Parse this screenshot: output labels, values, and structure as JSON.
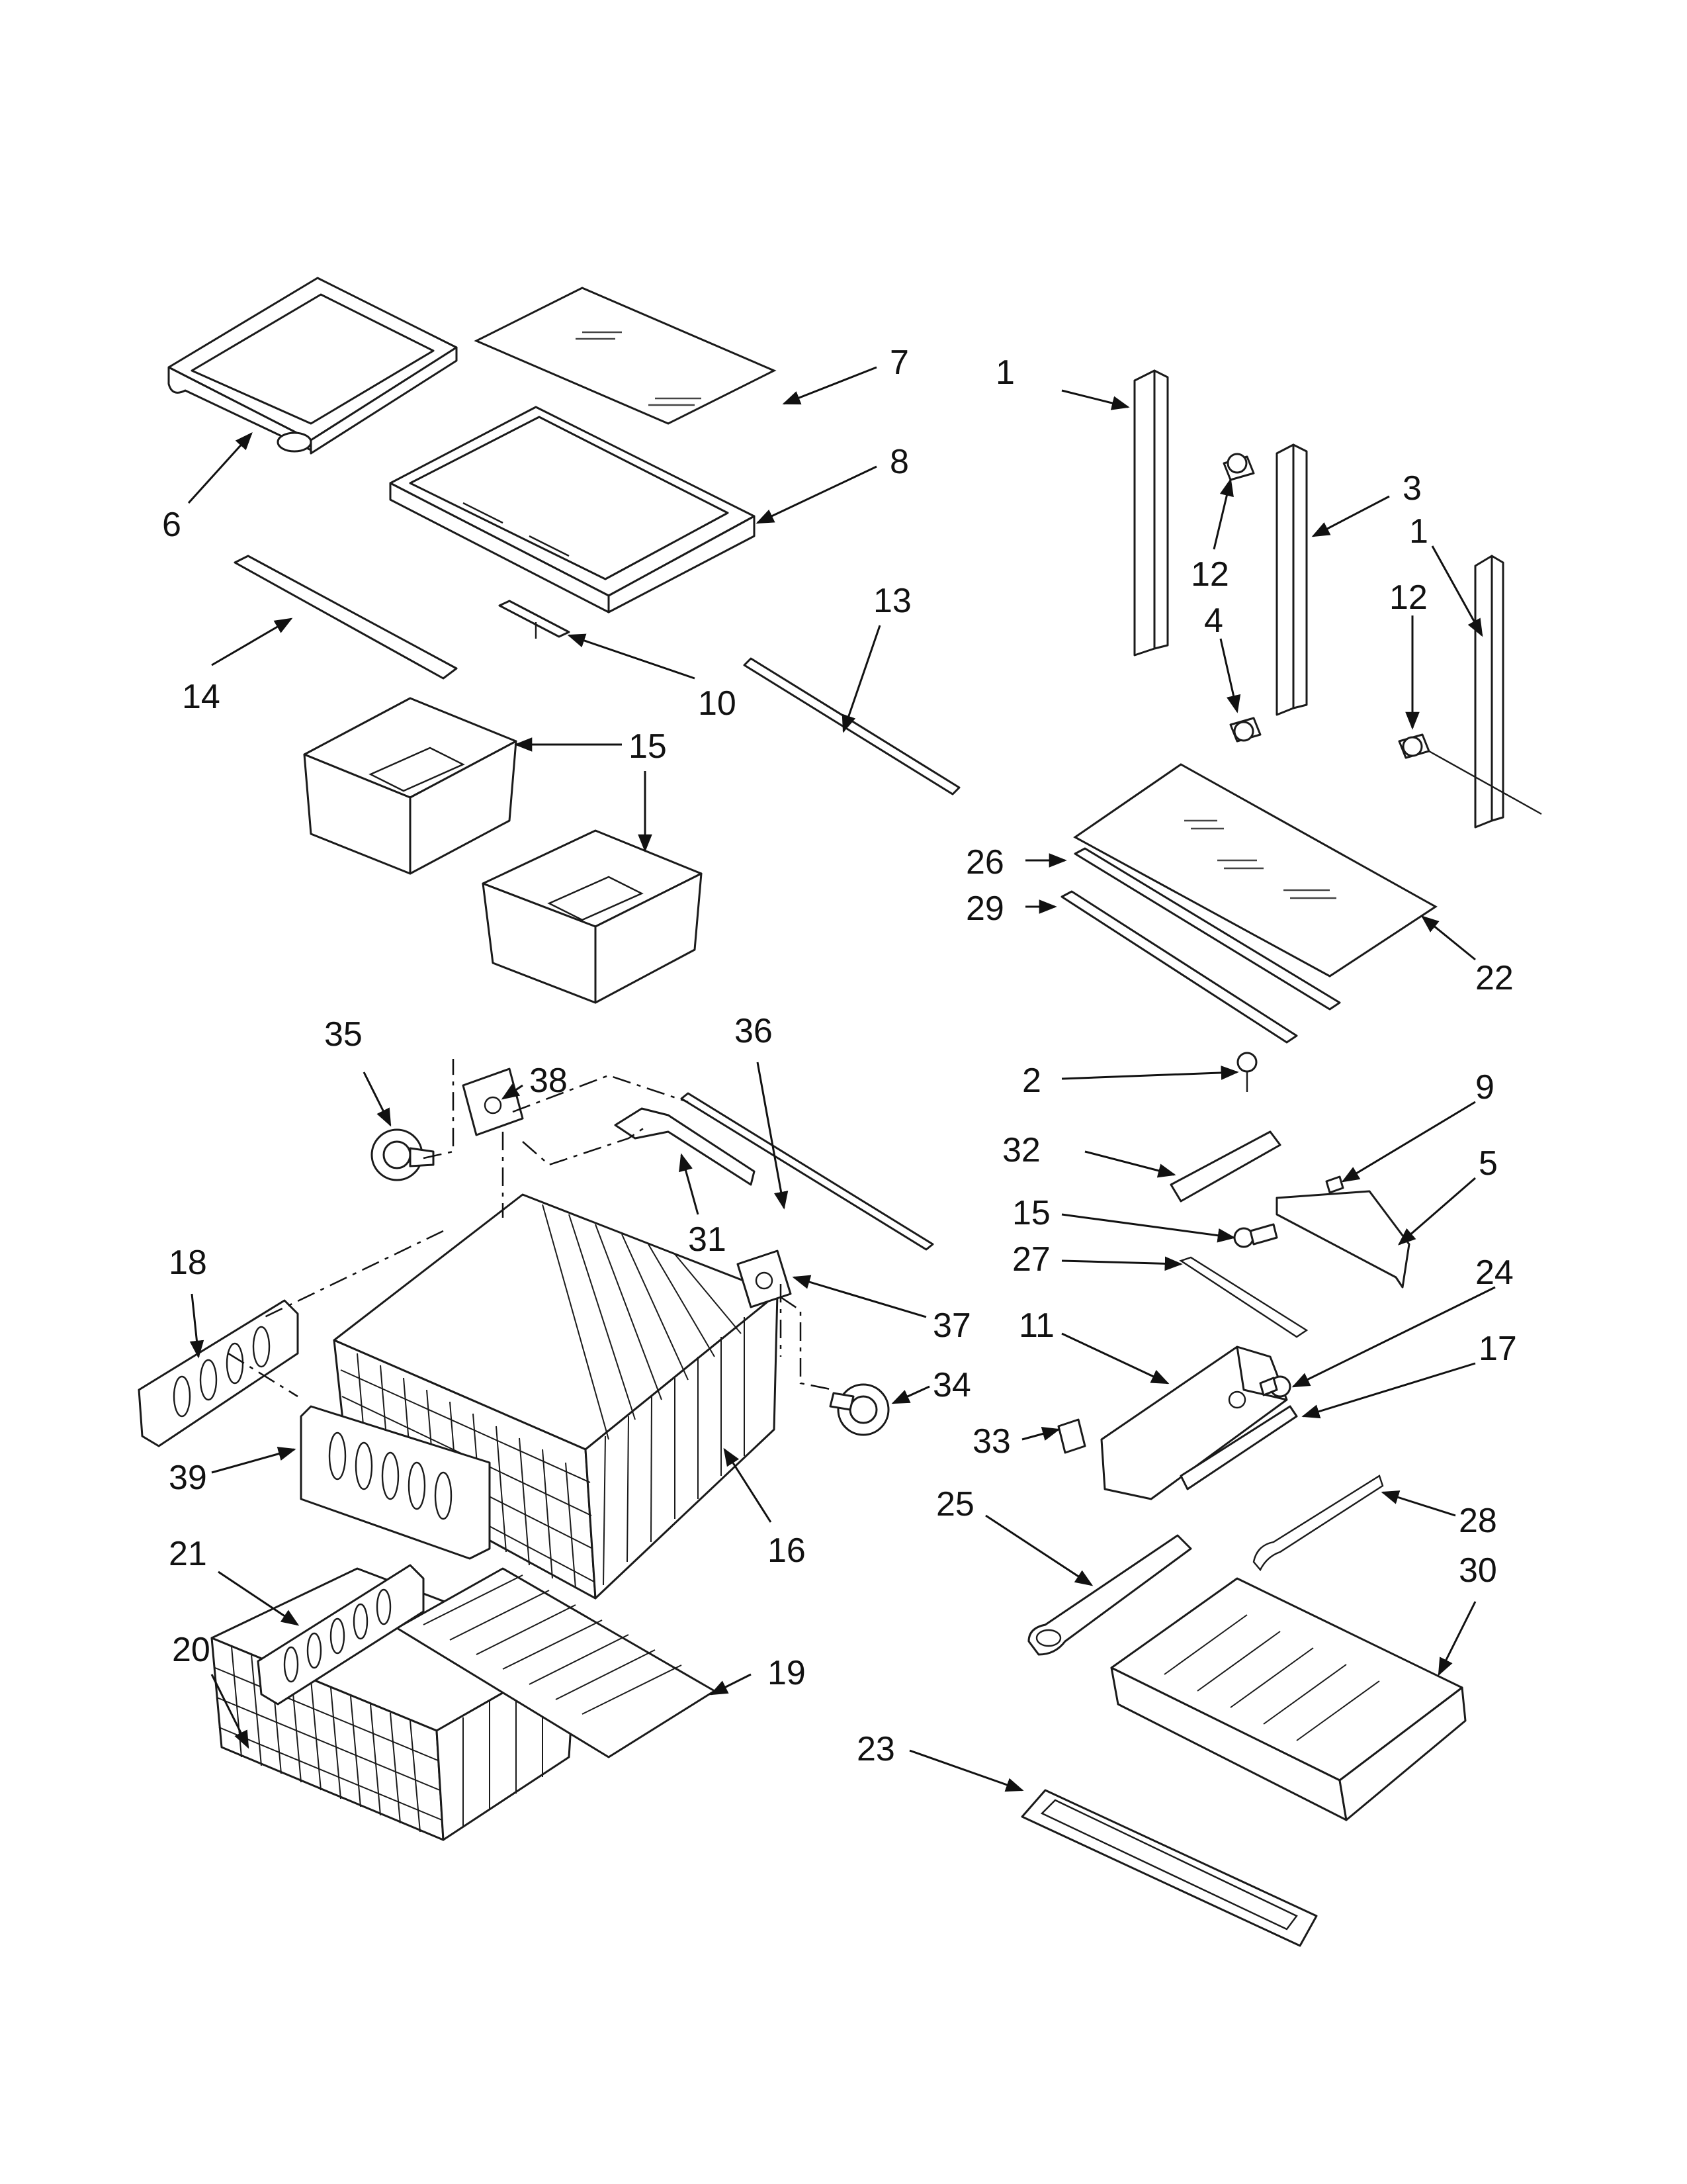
{
  "diagram": {
    "type": "exploded-parts-view",
    "callouts": [
      {
        "id": "c1a",
        "label": "1"
      },
      {
        "id": "c1b",
        "label": "1"
      },
      {
        "id": "c2",
        "label": "2"
      },
      {
        "id": "c3",
        "label": "3"
      },
      {
        "id": "c4",
        "label": "4"
      },
      {
        "id": "c5",
        "label": "5"
      },
      {
        "id": "c6",
        "label": "6"
      },
      {
        "id": "c7",
        "label": "7"
      },
      {
        "id": "c8",
        "label": "8"
      },
      {
        "id": "c9",
        "label": "9"
      },
      {
        "id": "c10",
        "label": "10"
      },
      {
        "id": "c11",
        "label": "11"
      },
      {
        "id": "c12a",
        "label": "12"
      },
      {
        "id": "c12b",
        "label": "12"
      },
      {
        "id": "c13",
        "label": "13"
      },
      {
        "id": "c14",
        "label": "14"
      },
      {
        "id": "c15a",
        "label": "15"
      },
      {
        "id": "c15b",
        "label": "15"
      },
      {
        "id": "c16",
        "label": "16"
      },
      {
        "id": "c17",
        "label": "17"
      },
      {
        "id": "c18",
        "label": "18"
      },
      {
        "id": "c19",
        "label": "19"
      },
      {
        "id": "c20",
        "label": "20"
      },
      {
        "id": "c21",
        "label": "21"
      },
      {
        "id": "c22",
        "label": "22"
      },
      {
        "id": "c23",
        "label": "23"
      },
      {
        "id": "c24",
        "label": "24"
      },
      {
        "id": "c25",
        "label": "25"
      },
      {
        "id": "c26",
        "label": "26"
      },
      {
        "id": "c27",
        "label": "27"
      },
      {
        "id": "c28",
        "label": "28"
      },
      {
        "id": "c29",
        "label": "29"
      },
      {
        "id": "c30",
        "label": "30"
      },
      {
        "id": "c31",
        "label": "31"
      },
      {
        "id": "c32",
        "label": "32"
      },
      {
        "id": "c33",
        "label": "33"
      },
      {
        "id": "c34",
        "label": "34"
      },
      {
        "id": "c35",
        "label": "35"
      },
      {
        "id": "c36",
        "label": "36"
      },
      {
        "id": "c37",
        "label": "37"
      },
      {
        "id": "c38",
        "label": "38"
      },
      {
        "id": "c39",
        "label": "39"
      }
    ]
  }
}
